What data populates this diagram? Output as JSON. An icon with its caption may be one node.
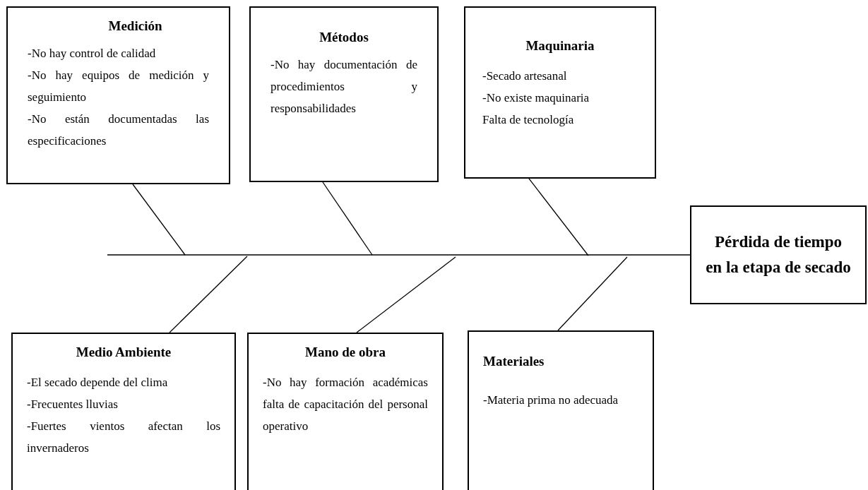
{
  "diagram": {
    "nodes": [
      {
        "text": [
          "Medición",
          "-No hay control de calidad",
          "-No hay equipos de medición y seguimiento",
          "-No están documentadas las especificaciones"
        ]
      },
      {
        "text": [
          "Métodos",
          "-No hay documentación de procedimientos y responsabilidades"
        ]
      },
      {
        "text": [
          "Maquinaria",
          "-Secado artesanal",
          "-No existe maquinaria",
          "Falta de tecnología"
        ]
      },
      {
        "text": [
          "Pérdida de tiempo en la etapa de secado"
        ]
      },
      {
        "text": [
          "Medio Ambiente",
          "-El secado depende del clima",
          "-Frecuentes lluvias",
          "-Fuertes vientos afectan los invernaderos"
        ]
      },
      {
        "text": [
          "Mano de obra",
          "-No hay formación académicas falta de capacitación del personal operativo"
        ]
      },
      {
        "text": [
          "Materiales",
          "-Materia prima no adecuada"
        ]
      }
    ],
    "edges": [
      {
        "from": null,
        "to": 3,
        "arrow": "none"
      },
      {
        "from": 0,
        "to": null,
        "arrow": "none"
      },
      {
        "from": 1,
        "to": null,
        "arrow": "none"
      },
      {
        "from": 2,
        "to": null,
        "arrow": "none"
      },
      {
        "from": 4,
        "to": null,
        "arrow": "none"
      },
      {
        "from": 5,
        "to": null,
        "arrow": "none"
      },
      {
        "from": 6,
        "to": null,
        "arrow": "none"
      }
    ]
  }
}
